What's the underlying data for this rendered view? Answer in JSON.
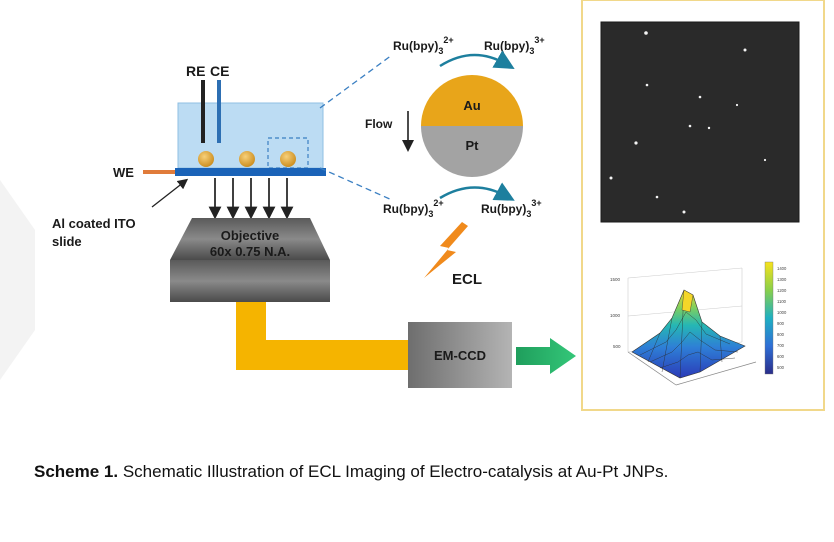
{
  "labels": {
    "re": "RE",
    "ce": "CE",
    "we": "WE",
    "slide_line1": "Al coated ITO",
    "slide_line2": "slide",
    "objective_line1": "Objective",
    "objective_line2": "60x  0.75 N.A.",
    "emccd": "EM-CCD",
    "flow": "Flow",
    "ecl": "ECL",
    "au": "Au",
    "pt": "Pt",
    "ru_base": "Ru(bpy)",
    "ru_sub": "3",
    "ru_sup_2": "2+",
    "ru_sup_3": "3+"
  },
  "caption": {
    "bold": "Scheme 1.",
    "text": " Schematic Illustration of ECL Imaging of Electro-catalysis at Au-Pt JNPs."
  },
  "plot_ticks": {
    "z": [
      "1500",
      "1000",
      "500"
    ],
    "colorbar": [
      "1400",
      "1300",
      "1200",
      "1100",
      "1000",
      "900",
      "800",
      "700",
      "600",
      "500"
    ]
  },
  "colors": {
    "cell": "#bcdcf3",
    "electrode": "#1a63b8",
    "gold": "#e8a51a",
    "platinum": "#a3a3a3",
    "light_path": "#f5b400",
    "arrow_green": "#22a35a",
    "ecl_orange": "#f08a1c",
    "panel_border": "#f1d88a"
  }
}
